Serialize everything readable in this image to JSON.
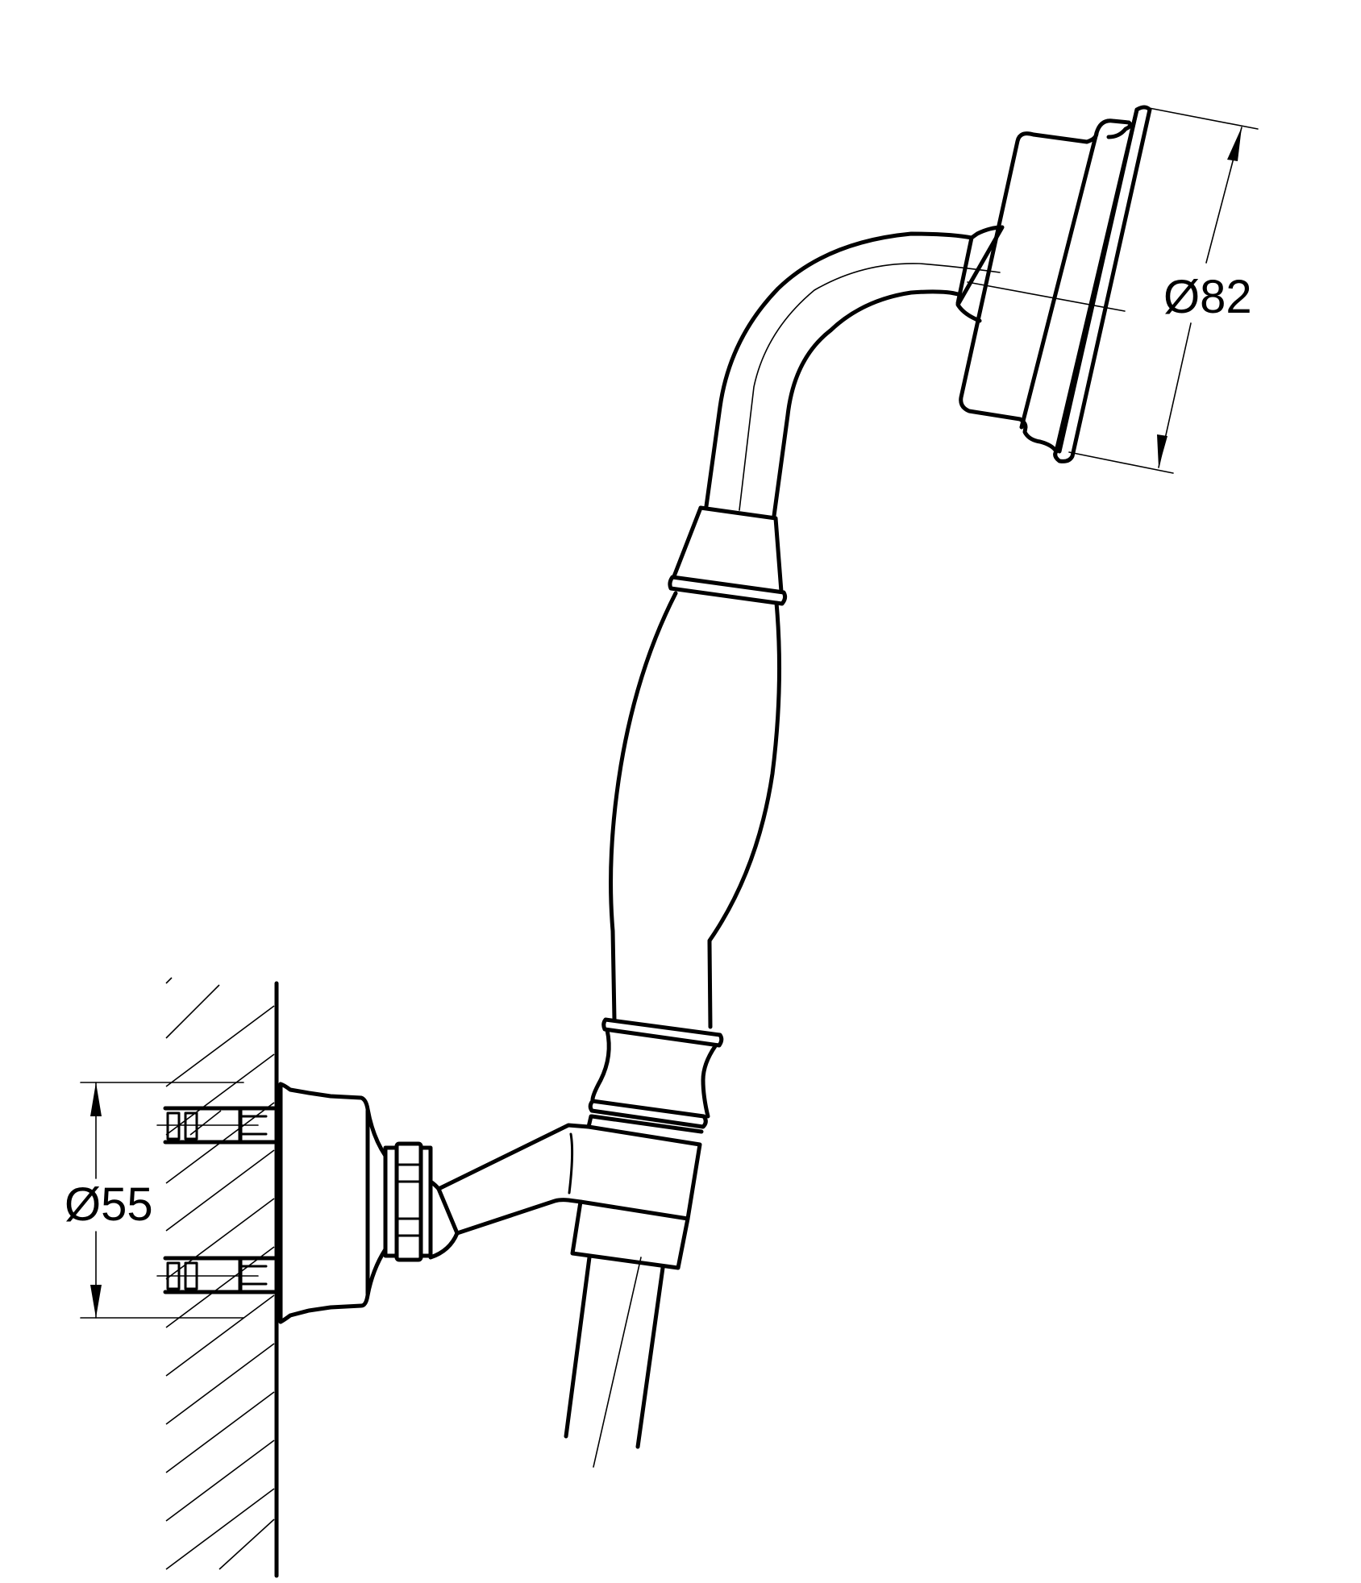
{
  "drawing": {
    "subject": "hand shower with wall bracket",
    "line_color": "#000000",
    "background_color": "#ffffff",
    "dimensions": {
      "shower_head_diameter": "Ø82",
      "wall_flange_diameter": "Ø55"
    }
  }
}
